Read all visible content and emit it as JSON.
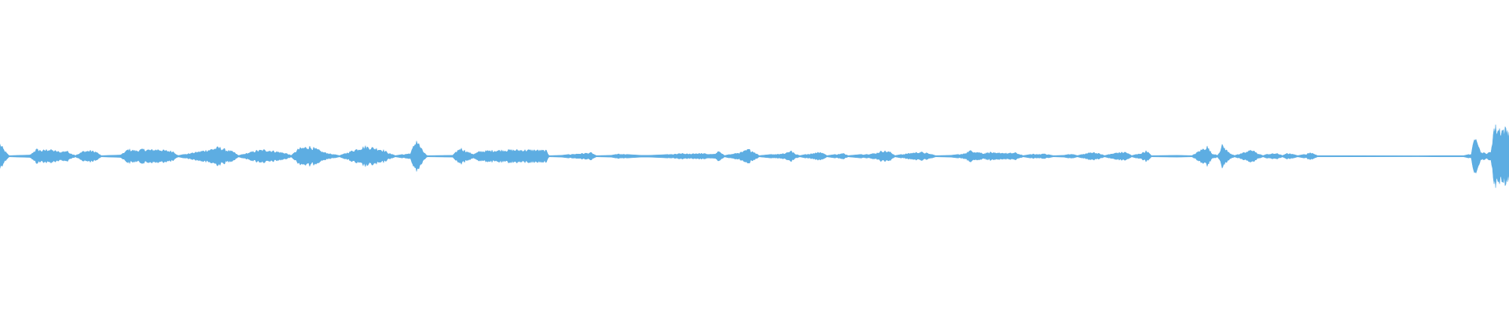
{
  "waveform": {
    "color": "#5DADE2",
    "peaks": [
      [
        0.0,
        0.09
      ],
      [
        0.003,
        0.04
      ],
      [
        0.006,
        0.004
      ],
      [
        0.02,
        0.008
      ],
      [
        0.024,
        0.05
      ],
      [
        0.028,
        0.04
      ],
      [
        0.032,
        0.05
      ],
      [
        0.036,
        0.04
      ],
      [
        0.04,
        0.03
      ],
      [
        0.044,
        0.04
      ],
      [
        0.047,
        0.02
      ],
      [
        0.05,
        0.004
      ],
      [
        0.055,
        0.035
      ],
      [
        0.06,
        0.04
      ],
      [
        0.064,
        0.03
      ],
      [
        0.067,
        0.004
      ],
      [
        0.08,
        0.008
      ],
      [
        0.085,
        0.05
      ],
      [
        0.09,
        0.04
      ],
      [
        0.095,
        0.05
      ],
      [
        0.1,
        0.045
      ],
      [
        0.105,
        0.05
      ],
      [
        0.11,
        0.04
      ],
      [
        0.115,
        0.035
      ],
      [
        0.118,
        0.004
      ],
      [
        0.14,
        0.05
      ],
      [
        0.145,
        0.065
      ],
      [
        0.15,
        0.045
      ],
      [
        0.155,
        0.03
      ],
      [
        0.158,
        0.004
      ],
      [
        0.17,
        0.04
      ],
      [
        0.175,
        0.045
      ],
      [
        0.18,
        0.04
      ],
      [
        0.185,
        0.03
      ],
      [
        0.19,
        0.02
      ],
      [
        0.193,
        0.004
      ],
      [
        0.198,
        0.055
      ],
      [
        0.205,
        0.07
      ],
      [
        0.21,
        0.05
      ],
      [
        0.214,
        0.03
      ],
      [
        0.22,
        0.015
      ],
      [
        0.225,
        0.004
      ],
      [
        0.236,
        0.05
      ],
      [
        0.242,
        0.07
      ],
      [
        0.248,
        0.06
      ],
      [
        0.254,
        0.045
      ],
      [
        0.258,
        0.02
      ],
      [
        0.262,
        0.004
      ],
      [
        0.272,
        0.02
      ],
      [
        0.276,
        0.12
      ],
      [
        0.28,
        0.04
      ],
      [
        0.283,
        0.004
      ],
      [
        0.3,
        0.006
      ],
      [
        0.305,
        0.06
      ],
      [
        0.31,
        0.03
      ],
      [
        0.314,
        0.015
      ],
      [
        0.318,
        0.035
      ],
      [
        0.325,
        0.04
      ],
      [
        0.335,
        0.045
      ],
      [
        0.345,
        0.045
      ],
      [
        0.355,
        0.045
      ],
      [
        0.362,
        0.04
      ],
      [
        0.364,
        0.004
      ],
      [
        0.372,
        0.006
      ],
      [
        0.38,
        0.015
      ],
      [
        0.392,
        0.025
      ],
      [
        0.395,
        0.004
      ],
      [
        0.405,
        0.006
      ],
      [
        0.41,
        0.015
      ],
      [
        0.418,
        0.01
      ],
      [
        0.425,
        0.006
      ],
      [
        0.43,
        0.006
      ],
      [
        0.44,
        0.01
      ],
      [
        0.448,
        0.015
      ],
      [
        0.452,
        0.02
      ],
      [
        0.456,
        0.015
      ],
      [
        0.46,
        0.02
      ],
      [
        0.465,
        0.02
      ],
      [
        0.47,
        0.015
      ],
      [
        0.474,
        0.015
      ],
      [
        0.477,
        0.04
      ],
      [
        0.48,
        0.004
      ],
      [
        0.492,
        0.03
      ],
      [
        0.496,
        0.05
      ],
      [
        0.5,
        0.03
      ],
      [
        0.503,
        0.004
      ],
      [
        0.52,
        0.02
      ],
      [
        0.524,
        0.04
      ],
      [
        0.527,
        0.015
      ],
      [
        0.53,
        0.004
      ],
      [
        0.538,
        0.02
      ],
      [
        0.544,
        0.03
      ],
      [
        0.548,
        0.004
      ],
      [
        0.556,
        0.015
      ],
      [
        0.559,
        0.02
      ],
      [
        0.562,
        0.004
      ],
      [
        0.58,
        0.02
      ],
      [
        0.585,
        0.04
      ],
      [
        0.59,
        0.03
      ],
      [
        0.593,
        0.004
      ],
      [
        0.605,
        0.025
      ],
      [
        0.61,
        0.03
      ],
      [
        0.615,
        0.02
      ],
      [
        0.62,
        0.004
      ],
      [
        0.63,
        0.006
      ],
      [
        0.638,
        0.015
      ],
      [
        0.643,
        0.04
      ],
      [
        0.648,
        0.03
      ],
      [
        0.652,
        0.02
      ],
      [
        0.656,
        0.03
      ],
      [
        0.66,
        0.02
      ],
      [
        0.664,
        0.025
      ],
      [
        0.668,
        0.02
      ],
      [
        0.673,
        0.025
      ],
      [
        0.678,
        0.004
      ],
      [
        0.685,
        0.015
      ],
      [
        0.688,
        0.01
      ],
      [
        0.692,
        0.02
      ],
      [
        0.695,
        0.01
      ],
      [
        0.698,
        0.004
      ],
      [
        0.705,
        0.006
      ],
      [
        0.71,
        0.015
      ],
      [
        0.714,
        0.004
      ],
      [
        0.724,
        0.03
      ],
      [
        0.728,
        0.02
      ],
      [
        0.732,
        0.004
      ],
      [
        0.74,
        0.025
      ],
      [
        0.746,
        0.03
      ],
      [
        0.75,
        0.004
      ],
      [
        0.756,
        0.02
      ],
      [
        0.76,
        0.04
      ],
      [
        0.763,
        0.004
      ],
      [
        0.78,
        0.006
      ],
      [
        0.79,
        0.004
      ],
      [
        0.795,
        0.04
      ],
      [
        0.8,
        0.07
      ],
      [
        0.803,
        0.02
      ],
      [
        0.807,
        0.004
      ],
      [
        0.81,
        0.08
      ],
      [
        0.814,
        0.03
      ],
      [
        0.818,
        0.004
      ],
      [
        0.826,
        0.03
      ],
      [
        0.83,
        0.05
      ],
      [
        0.833,
        0.02
      ],
      [
        0.837,
        0.004
      ],
      [
        0.84,
        0.015
      ],
      [
        0.846,
        0.02
      ],
      [
        0.85,
        0.004
      ],
      [
        0.852,
        0.02
      ],
      [
        0.856,
        0.015
      ],
      [
        0.86,
        0.004
      ],
      [
        0.866,
        0.015
      ],
      [
        0.868,
        0.03
      ],
      [
        0.873,
        0.004
      ],
      [
        0.88,
        0.004
      ],
      [
        0.94,
        0.003
      ],
      [
        0.955,
        0.004
      ],
      [
        0.97,
        0.004
      ],
      [
        0.975,
        0.015
      ],
      [
        0.978,
        0.18
      ],
      [
        0.981,
        0.03
      ],
      [
        0.985,
        0.02
      ],
      [
        0.988,
        0.03
      ],
      [
        0.99,
        0.21
      ],
      [
        0.995,
        0.2
      ],
      [
        1.0,
        0.19
      ]
    ]
  }
}
